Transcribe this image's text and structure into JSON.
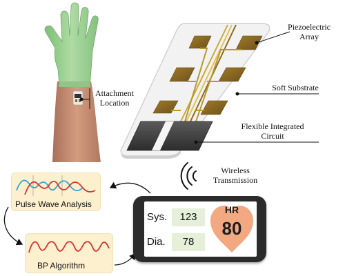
{
  "labels": {
    "piezoelectric_array": [
      "Piezoelectric",
      "Array"
    ],
    "soft_substrate": "Soft Substrate",
    "flexible_circuit": [
      "Flexible Integrated",
      "Circuit"
    ],
    "attachment_location": [
      "Attachment",
      "Location"
    ],
    "wireless": [
      "Wireless",
      "Transmission"
    ]
  },
  "boxes": {
    "pulse_wave": "Pulse Wave Analysis",
    "bp_algorithm": "BP Algorithm"
  },
  "phone": {
    "sys_label": "Sys.",
    "sys_value": "123",
    "dia_label": "Dia.",
    "dia_value": "78",
    "hr_label": "HR",
    "hr_value": "80"
  },
  "colors": {
    "box_fill": "#fdf0cf",
    "heart": "#f2a982",
    "value_fill": "#e5efd9",
    "glove": "#9ccf93",
    "skin": "#c69072",
    "gold": "#8a6a1e",
    "wave_red": "#d8312d",
    "wave_blue": "#2aa5d8"
  },
  "icons": {
    "wireless": "wireless-waves-icon",
    "heart": "heart-icon"
  }
}
